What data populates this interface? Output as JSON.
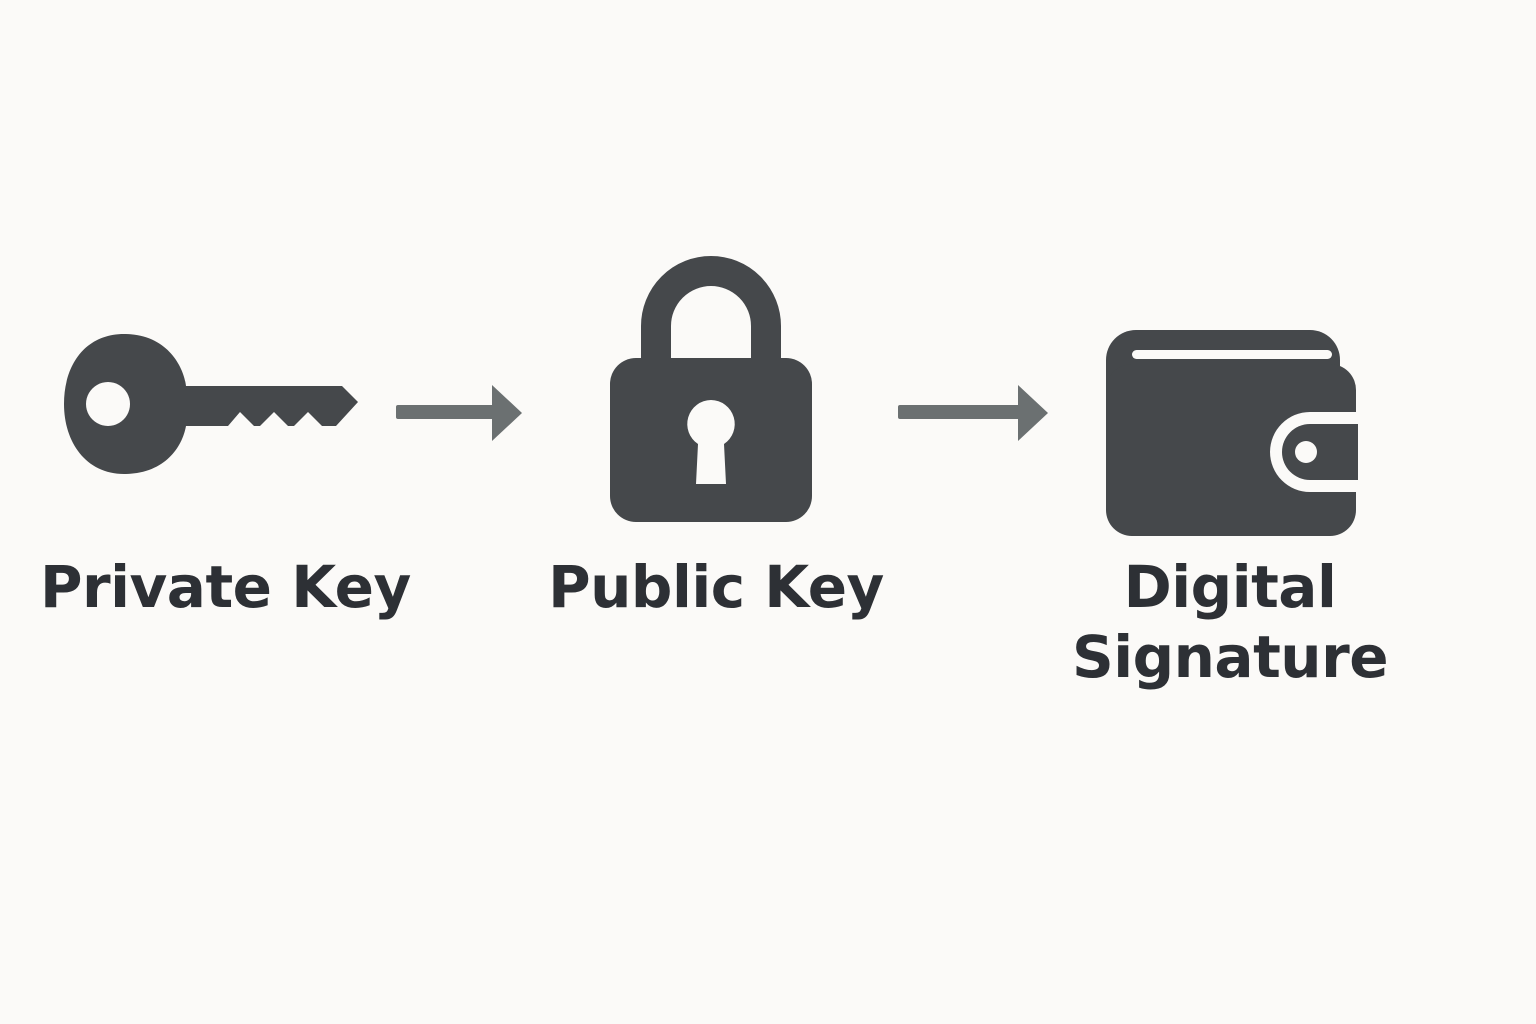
{
  "diagram": {
    "nodes": [
      {
        "id": "private-key",
        "label_lines": [
          "Private Key"
        ],
        "icon": "key-icon"
      },
      {
        "id": "public-key",
        "label_lines": [
          "Public Key"
        ],
        "icon": "padlock-icon"
      },
      {
        "id": "digital-signature",
        "label_lines": [
          "Digital",
          "Signature"
        ],
        "icon": "wallet-icon"
      }
    ],
    "edges": [
      {
        "from": "private-key",
        "to": "public-key",
        "icon": "arrow-right-icon"
      },
      {
        "from": "public-key",
        "to": "digital-signature",
        "icon": "arrow-right-icon"
      }
    ]
  },
  "colors": {
    "background": "#fbfaf8",
    "icon": "#45484b",
    "arrow": "#6b7071",
    "text": "#2d3035"
  }
}
